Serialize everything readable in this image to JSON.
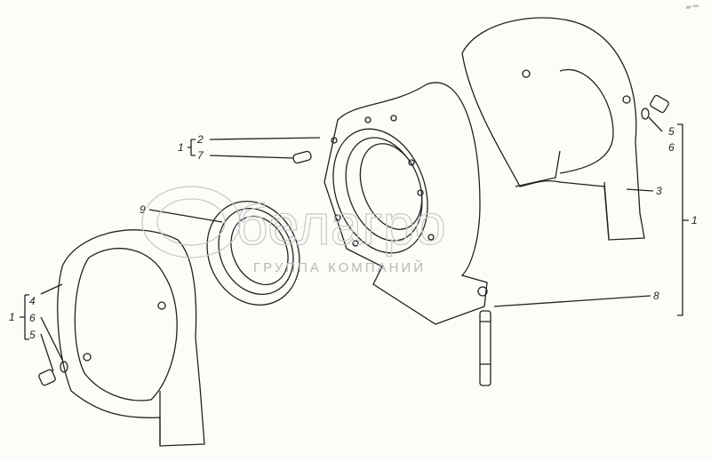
{
  "watermark": {
    "brand": "белагро",
    "subtitle": "ГРУППА КОМПАНИЙ"
  },
  "corner_mark": "ж• ººº",
  "callouts": {
    "group_left_top": {
      "group": "1",
      "items": [
        "2",
        "7"
      ]
    },
    "part_9": "9",
    "group_left_bottom": {
      "group": "1",
      "items": [
        "4",
        "6",
        "5"
      ]
    },
    "group_right": {
      "group": "1",
      "items": [
        "5",
        "6",
        "3"
      ]
    },
    "part_8": "8"
  }
}
